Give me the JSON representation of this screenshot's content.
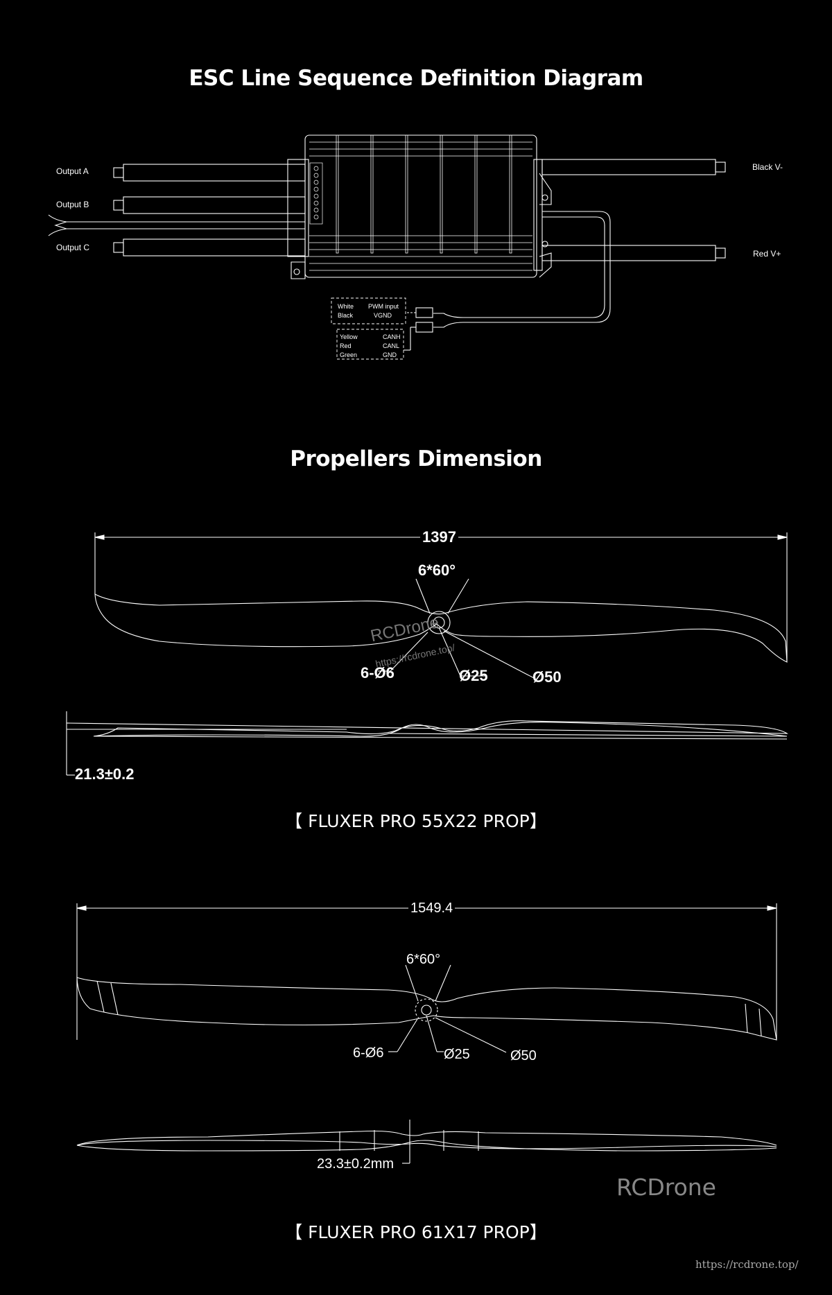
{
  "esc": {
    "title": "ESC Line Sequence Definition Diagram",
    "labels": {
      "output_a": "Output  A",
      "output_b": "Output  B",
      "output_c": "Output  C",
      "black_v": "Black  V-",
      "red_v": "Red  V+"
    },
    "connector1": [
      {
        "color": "White",
        "signal": "PWM input"
      },
      {
        "color": "Black",
        "signal": "VGND"
      }
    ],
    "connector2": [
      {
        "color": "Yellow",
        "signal": "CANH"
      },
      {
        "color": "Red",
        "signal": "CANL"
      },
      {
        "color": "Green",
        "signal": "GND"
      }
    ]
  },
  "props": {
    "title": "Propellers Dimension",
    "prop1": {
      "length": "1397",
      "angle": "6*60°",
      "holes": "6-Ø6",
      "d_inner": "Ø25",
      "d_outer": "Ø50",
      "thickness": "21.3±0.2",
      "caption": "【 FLUXER PRO 55X22 PROP】"
    },
    "prop2": {
      "length": "1549.4",
      "angle": "6*60°",
      "holes": "6-Ø6",
      "d_inner": "Ø25",
      "d_outer": "Ø50",
      "thickness": "23.3±0.2mm",
      "caption": "【 FLUXER PRO 61X17 PROP】"
    }
  },
  "watermarks": {
    "brand": "RCDrone",
    "url_center": "https://rcdrone.top/",
    "url_footer": "https://rcdrone.top/"
  }
}
